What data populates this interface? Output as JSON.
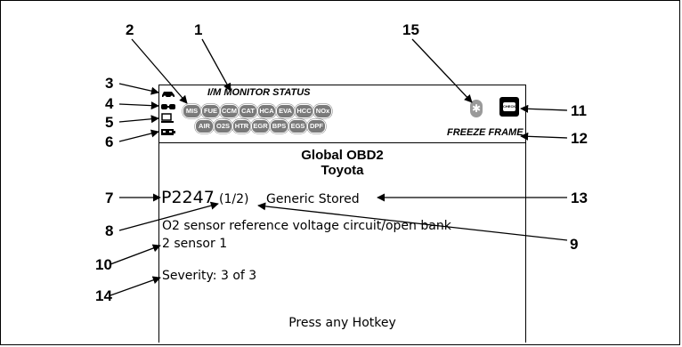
{
  "screen": {
    "monitor_title": "I/M MONITOR STATUS",
    "monitors_row1": [
      "MIS",
      "FUE",
      "CCM",
      "CAT",
      "HCA",
      "EVA",
      "HCC",
      "NOx"
    ],
    "monitors_row2": [
      "AIR",
      "O2S",
      "HTR",
      "EGR",
      "BPS",
      "EGS",
      "DPF"
    ],
    "freeze_frame": "FREEZE FRAME",
    "protocol": "Global OBD2",
    "make": "Toyota",
    "dtc_code": "P2247",
    "dtc_count": "(1/2)",
    "dtc_type": "Generic Stored",
    "definition_line1": "O2 sensor reference voltage circuit/open bank",
    "definition_line2": "2 sensor 1",
    "severity": "Severity: 3 of 3",
    "hint": "Press any Hotkey",
    "check_icon_label": "CHECK"
  },
  "callouts": [
    "1",
    "2",
    "3",
    "4",
    "5",
    "6",
    "7",
    "8",
    "9",
    "10",
    "11",
    "12",
    "13",
    "14",
    "15"
  ]
}
